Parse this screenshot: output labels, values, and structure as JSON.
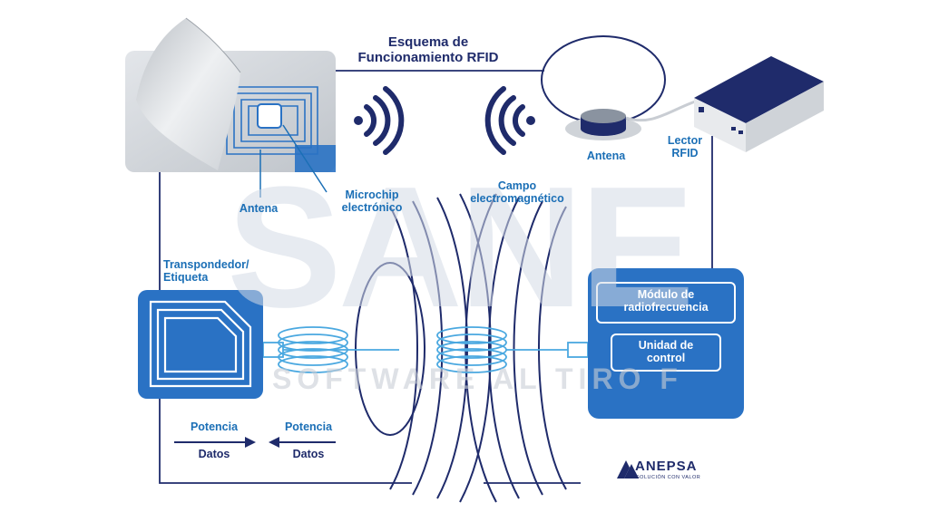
{
  "title": {
    "line1": "Esquema de",
    "line2": "Funcionamiento RFID"
  },
  "labels": {
    "card_antenna": "Antena",
    "microchip_line1": "Microchip",
    "microchip_line2": "electrónico",
    "field_line1": "Campo",
    "field_line2": "electromagnético",
    "reader_antenna": "Antena",
    "reader_line1": "Lector",
    "reader_line2": "RFID",
    "transponder_line1": "Transpondedor/",
    "transponder_line2": "Etiqueta"
  },
  "modules": {
    "rf_line1": "Módulo de",
    "rf_line2": "radiofrecuencia",
    "control_line1": "Unidad de",
    "control_line2": "control"
  },
  "flow": {
    "left_top": "Potencia",
    "left_bottom": "Datos",
    "right_top": "Potencia",
    "right_bottom": "Datos"
  },
  "watermark": {
    "big": "SANE",
    "small": "SOFTWARE AL TIRO F"
  },
  "logo": {
    "name": "ANEPSA",
    "tagline": "SOLUCIÓN CON VALOR"
  },
  "colors": {
    "navy": "#1f2b6b",
    "blue": "#1b6fb6",
    "box_blue": "#2a72c4",
    "coil_blue": "#4aa8e0",
    "card_gray": "#c9cdd3"
  }
}
